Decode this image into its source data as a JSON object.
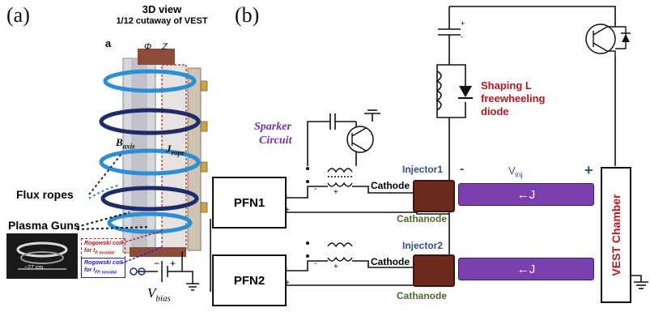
{
  "panel_a": {
    "label": "(a)",
    "title_line1": "3D view",
    "title_line2": "1/12 cutaway of VEST",
    "sub_a": "a",
    "phi": "Φ",
    "z": "Z",
    "b_axis": "B",
    "b_axis_sub": "axis",
    "j_rope": "J",
    "j_rope_sub": "rope",
    "flux_ropes": "Flux ropes",
    "plasma_guns": "Plasma Guns",
    "scale": "~27 cm",
    "rogowski1_line1": "Rogowski coil",
    "rogowski1_line2": "for I",
    "rogowski1_sub": "P, toroidal",
    "rogowski2_line1": "Rogowski coil",
    "rogowski2_line2": "for I",
    "rogowski2_sub": "FP, toroidal",
    "minus": "−",
    "plus": "+",
    "v_bias": "V",
    "v_bias_sub": "bias"
  },
  "panel_b": {
    "label": "(b)",
    "shaping_line1": "Shaping L",
    "shaping_line2": "freewheeling",
    "shaping_line3": "diode",
    "sparker_line1": "Sparker",
    "sparker_line2": "Circuit",
    "pfn1": "PFN1",
    "pfn2": "PFN2",
    "injector1": "Injector1",
    "injector2": "Injector2",
    "cathode1": "Cathode",
    "cathode2": "Cathode",
    "cathanode1": "Cathanode",
    "cathanode2": "Cathanode",
    "v_inj": "V",
    "v_inj_sub": "inj",
    "minus": "-",
    "plus": "+",
    "current1": "←J",
    "current2": "←J",
    "chamber": "VEST  Chamber",
    "cap_plus": "+",
    "cap_minus": "-",
    "pfn_minus": "-",
    "pfn_plus": "+",
    "xfmr_minus": "-",
    "xfmr_plus": "+"
  },
  "colors": {
    "shaping_text": "#c0141a",
    "sparker_text": "#7a2fa8",
    "injector_text": "#2f4f8f",
    "cathanode_text": "#4c6e2a",
    "bar_fill": "#7b3fb0",
    "rope_light": "#2b8fd6",
    "rope_dark": "#1d2b6b"
  }
}
